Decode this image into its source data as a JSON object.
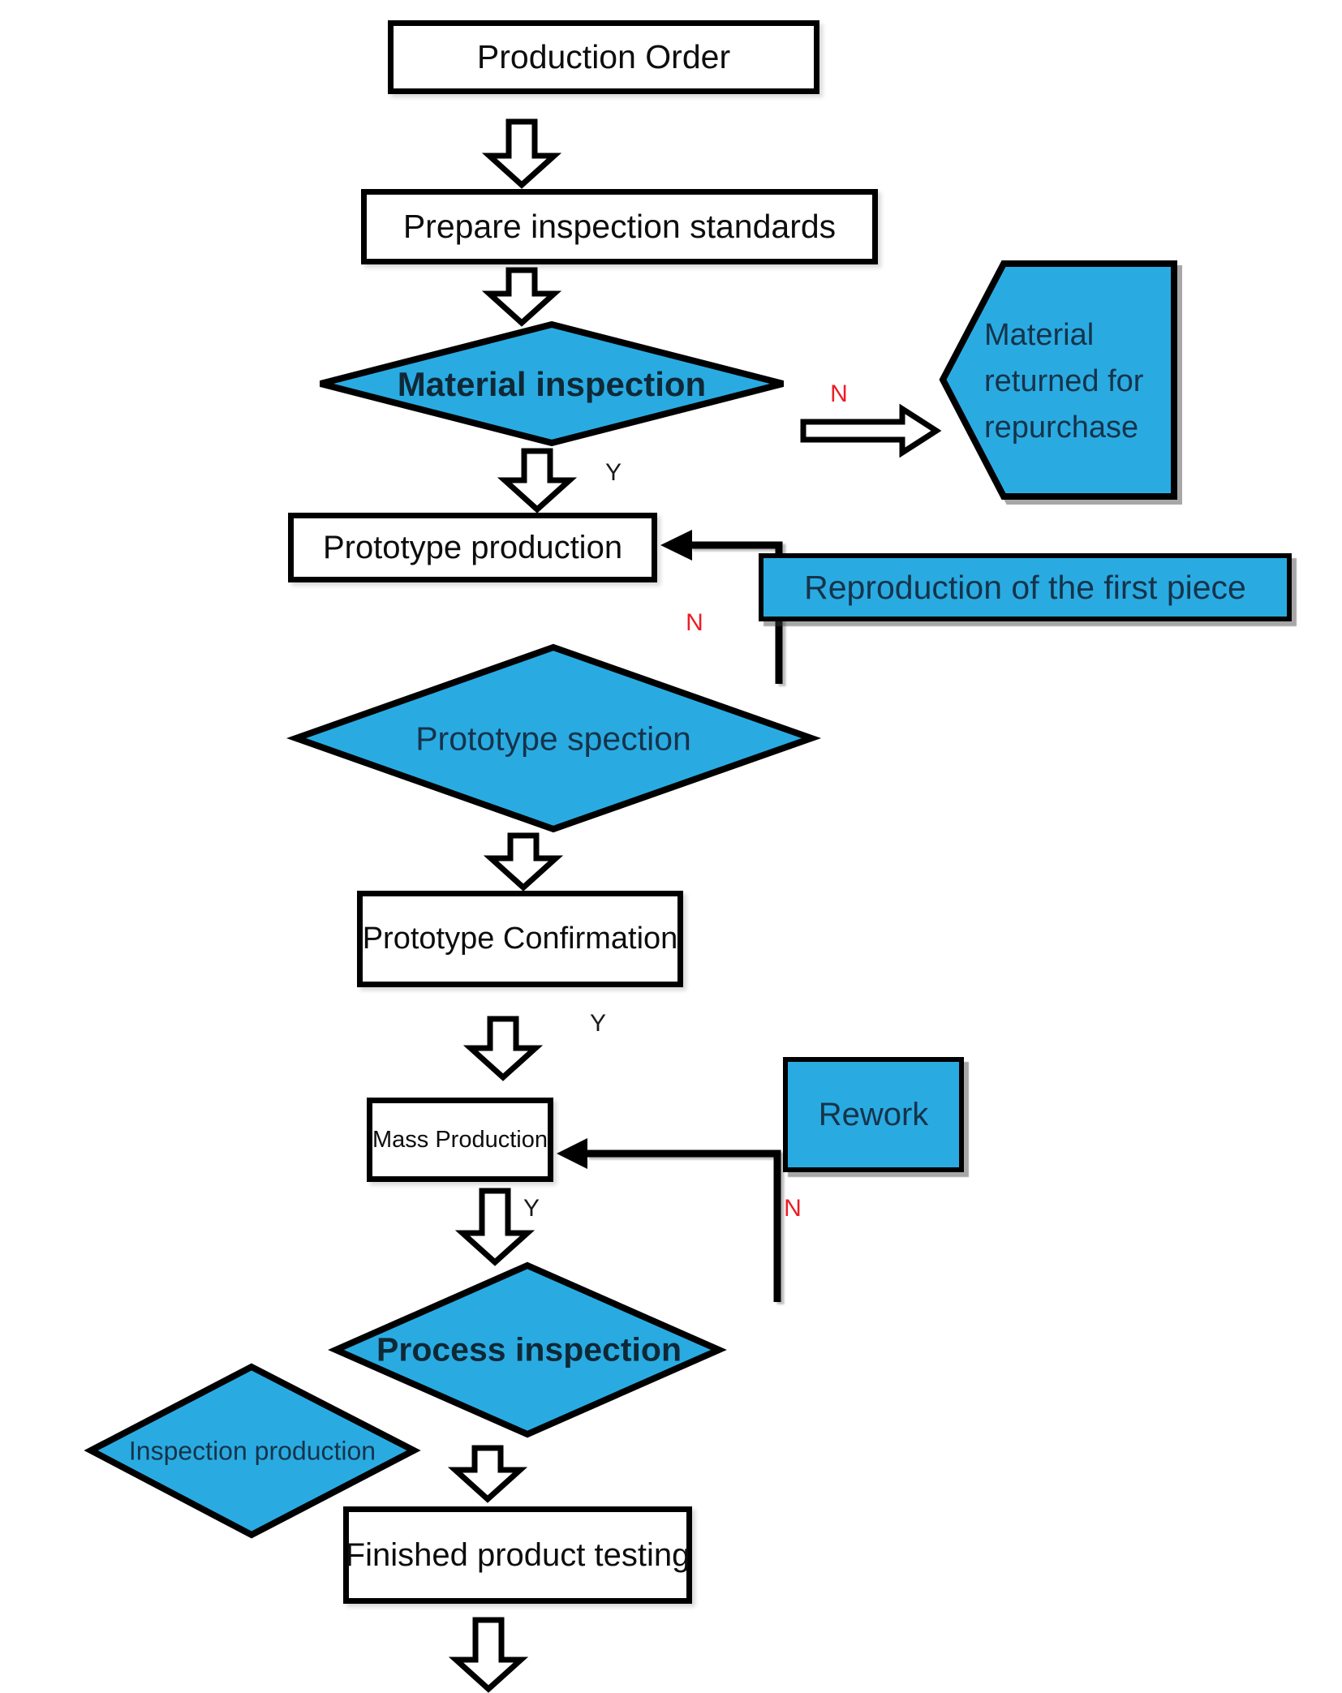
{
  "colors": {
    "shape_fill": "#29ABE2",
    "outline": "#000000",
    "shape_text": "#16334A",
    "box_text": "#0D0D0D",
    "no_label": "#ED1C24",
    "yes_label": "#1A1A1A",
    "canvas_bg": "#FFFFFF"
  },
  "nodes": {
    "production_order": "Production Order",
    "prepare_standards": "Prepare inspection standards",
    "material_inspection": "Material inspection",
    "material_returned": "Material returned for repurchase",
    "prototype_production": "Prototype production",
    "reproduction_first_piece": "Reproduction of the first piece",
    "prototype_spection": "Prototype spection",
    "prototype_confirmation": "Prototype Confirmation",
    "mass_production": "Mass Production",
    "rework": "Rework",
    "process_inspection": "Process inspection",
    "inspection_production": "Inspection production",
    "finished_product_testing": "Finished product testing"
  },
  "labels": {
    "yes": "Y",
    "no": "N"
  }
}
